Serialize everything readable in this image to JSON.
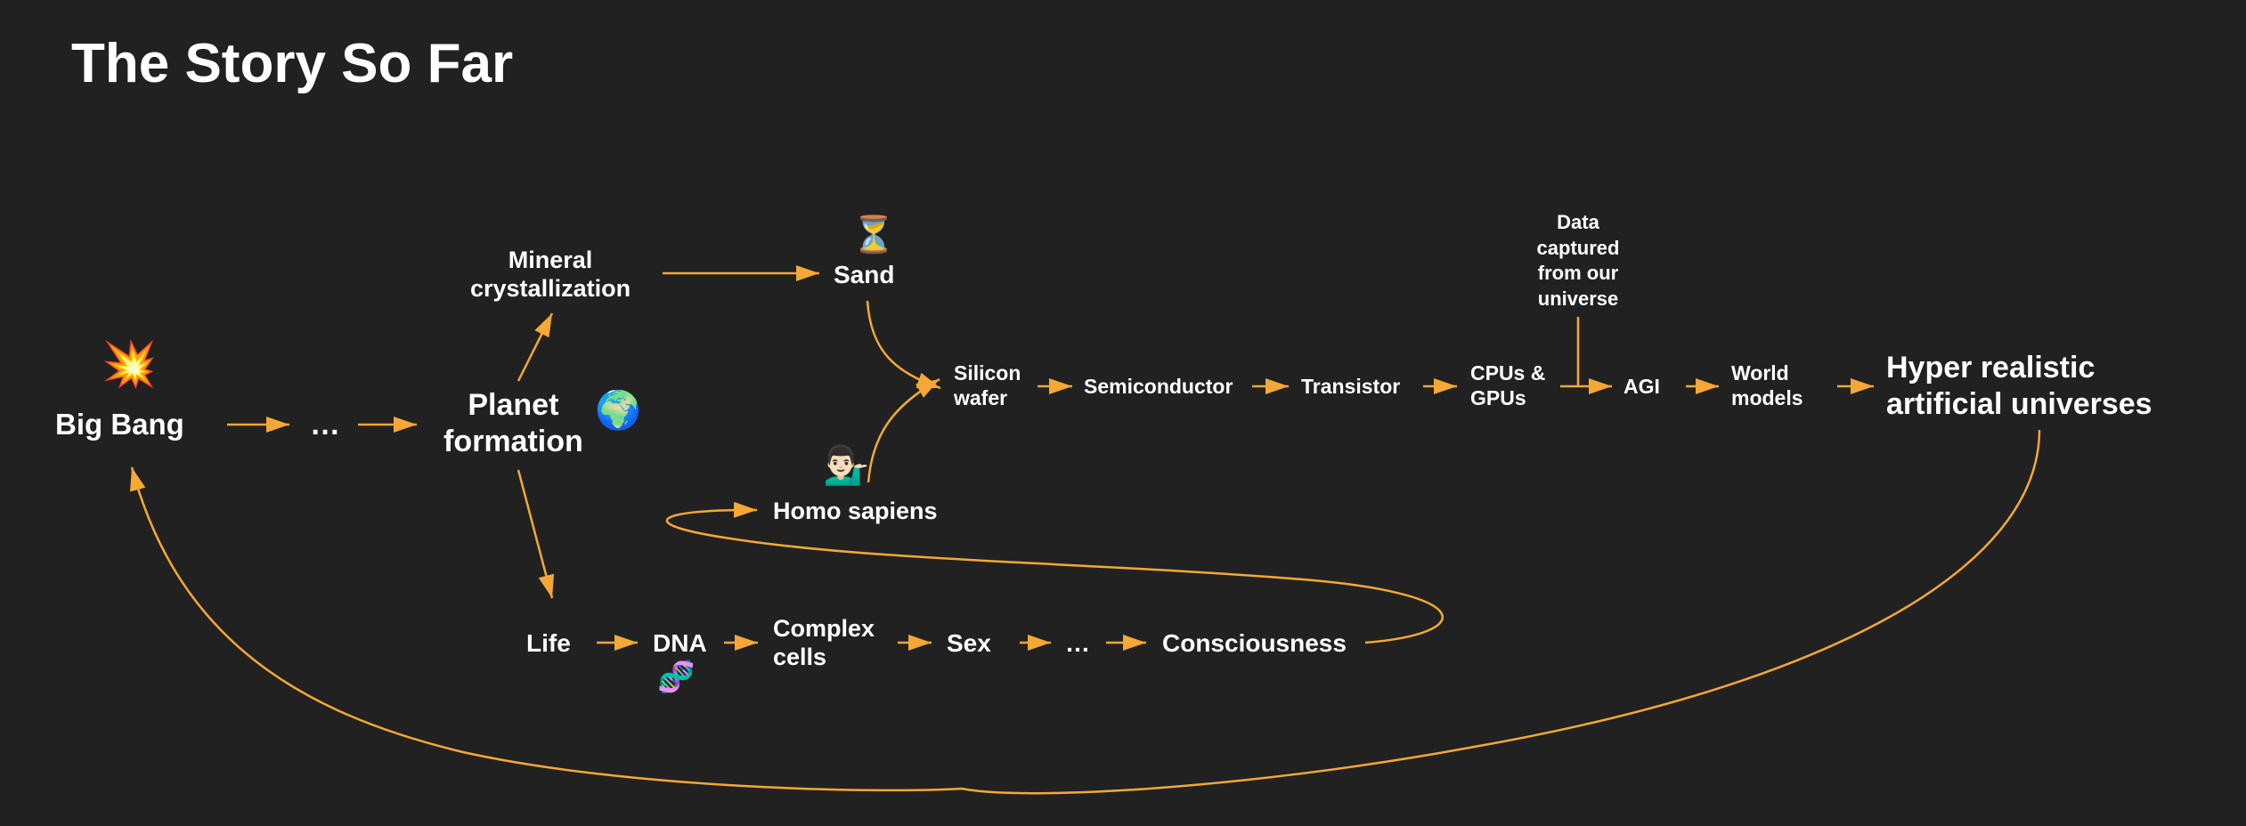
{
  "title": "The Story So Far",
  "colors": {
    "background": "#212121",
    "text": "#ffffff",
    "arrow": "#f5a836"
  },
  "nodes": {
    "big_bang": "Big Bang",
    "ellipsis_1": "…",
    "planet_formation": [
      "Planet",
      "formation"
    ],
    "mineral_crystallization": [
      "Mineral",
      "crystallization"
    ],
    "sand": "Sand",
    "homo_sapiens": "Homo sapiens",
    "silicon_wafer": [
      "Silicon",
      "wafer"
    ],
    "semiconductor": "Semiconductor",
    "transistor": "Transistor",
    "cpus_gpus": [
      "CPUs &",
      "GPUs"
    ],
    "data_captured": [
      "Data",
      "captured",
      "from our",
      "universe"
    ],
    "agi": "AGI",
    "world_models": [
      "World",
      "models"
    ],
    "hyper_realistic": [
      "Hyper realistic",
      "artificial universes"
    ],
    "life": "Life",
    "dna": "DNA",
    "complex_cells": [
      "Complex",
      "cells"
    ],
    "sex": "Sex",
    "ellipsis_2": "…",
    "consciousness": "Consciousness"
  },
  "icons": {
    "explosion": "💥",
    "earth": "🌍",
    "hourglass": "⏳",
    "person": "💁🏻‍♂️",
    "dna": "🧬"
  }
}
